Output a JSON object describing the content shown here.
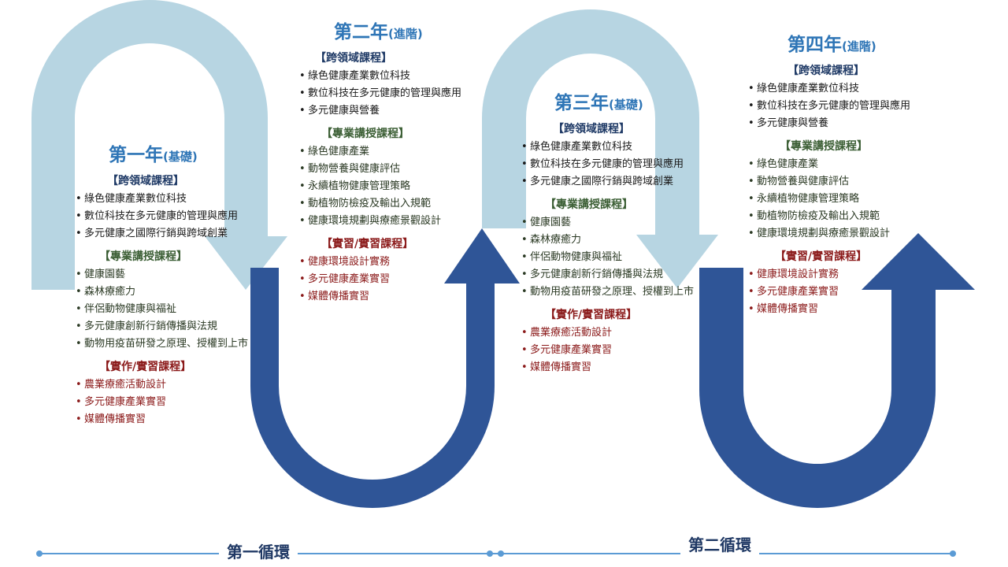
{
  "cycles": {
    "first": "第一循環",
    "second": "第二循環"
  },
  "colors": {
    "light_arrow": "#B7D5E2",
    "dark_arrow": "#2F5597",
    "title": "#2E75B6",
    "cross_domain": "#1F3A66",
    "professional": "#3B5E34",
    "practical": "#8B1A1A"
  },
  "years": [
    {
      "title": "第一年",
      "subtitle": "(基礎)",
      "cross_title": "【跨領域課程】",
      "cross": [
        "綠色健康產業數位科技",
        "數位科技在多元健康的管理與應用",
        "多元健康之國際行銷與跨域創業"
      ],
      "pro_title": "【專業講授課程】",
      "pro": [
        "健康園藝",
        "森林療癒力",
        "伴侶動物健康與福祉",
        "多元健康創新行銷傳播與法規",
        "動物用疫苗研發之原理、授權到上市"
      ],
      "prac_title": "【實作/實習課程】",
      "prac": [
        "農業療癒活動設計",
        "多元健康產業實習",
        "媒體傳播實習"
      ]
    },
    {
      "title": "第二年",
      "subtitle": "(進階)",
      "cross_title": "【跨領域課程】",
      "cross": [
        "綠色健康產業數位科技",
        "數位科技在多元健康的管理與應用",
        "多元健康與營養"
      ],
      "pro_title": "【專業講授課程】",
      "pro": [
        "綠色健康產業",
        "動物營養與健康評估",
        "永續植物健康管理策略",
        "動植物防檢疫及輸出入規範",
        "健康環境規劃與療癒景觀設計"
      ],
      "prac_title": "【實習/實習課程】",
      "prac": [
        "健康環境設計實務",
        "多元健康產業實習",
        "媒體傳播實習"
      ]
    },
    {
      "title": "第三年",
      "subtitle": "(基礎)",
      "cross_title": "【跨領域課程】",
      "cross": [
        "綠色健康產業數位科技",
        "數位科技在多元健康的管理與應用",
        "多元健康之國際行銷與跨域創業"
      ],
      "pro_title": "【專業講授課程】",
      "pro": [
        "健康園藝",
        "森林療癒力",
        "伴侶動物健康與福祉",
        "多元健康創新行銷傳播與法規",
        "動物用疫苗研發之原理、授權到上市"
      ],
      "prac_title": "【實作/實習課程】",
      "prac": [
        "農業療癒活動設計",
        "多元健康產業實習",
        "媒體傳播實習"
      ]
    },
    {
      "title": "第四年",
      "subtitle": "(進階)",
      "cross_title": "【跨領域課程】",
      "cross": [
        "綠色健康產業數位科技",
        "數位科技在多元健康的管理與應用",
        "多元健康與營養"
      ],
      "pro_title": "【專業講授課程】",
      "pro": [
        "綠色健康產業",
        "動物營養與健康評估",
        "永續植物健康管理策略",
        "動植物防檢疫及輸出入規範",
        "健康環境規劃與療癒景觀設計"
      ],
      "prac_title": "【實習/實習課程】",
      "prac": [
        "健康環境設計實務",
        "多元健康產業實習",
        "媒體傳播實習"
      ]
    }
  ]
}
